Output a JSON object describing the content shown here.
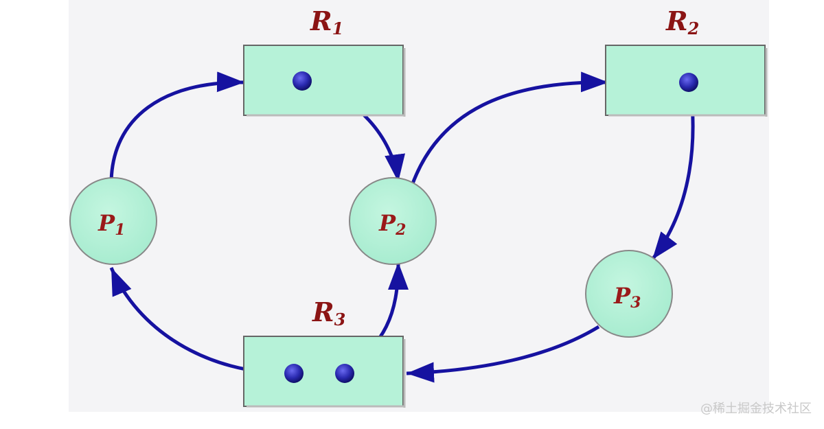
{
  "diagram": {
    "resources": [
      {
        "id": "R1",
        "letter": "R",
        "sub": "1"
      },
      {
        "id": "R2",
        "letter": "R",
        "sub": "2"
      },
      {
        "id": "R3",
        "letter": "R",
        "sub": "3"
      }
    ],
    "processes": [
      {
        "id": "P1",
        "letter": "P",
        "sub": "1"
      },
      {
        "id": "P2",
        "letter": "P",
        "sub": "2"
      },
      {
        "id": "P3",
        "letter": "P",
        "sub": "3"
      }
    ],
    "edges": [
      {
        "from": "P1",
        "to": "R1",
        "kind": "request"
      },
      {
        "from": "R1",
        "to": "P2",
        "kind": "assignment"
      },
      {
        "from": "P2",
        "to": "R2",
        "kind": "request"
      },
      {
        "from": "R2",
        "to": "P3",
        "kind": "assignment"
      },
      {
        "from": "P3",
        "to": "R3",
        "kind": "request"
      },
      {
        "from": "R3",
        "to": "P1",
        "kind": "assignment"
      },
      {
        "from": "R3",
        "to": "P2",
        "kind": "assignment"
      }
    ]
  },
  "colors": {
    "box_fill": "#b6f2d8",
    "box_stroke": "#555555",
    "arrow": "#1612a0",
    "dot": "#2a2ab0",
    "label": "#8b1414",
    "panel": "#f4f4f6"
  },
  "watermark": "@稀土掘金技术社区"
}
